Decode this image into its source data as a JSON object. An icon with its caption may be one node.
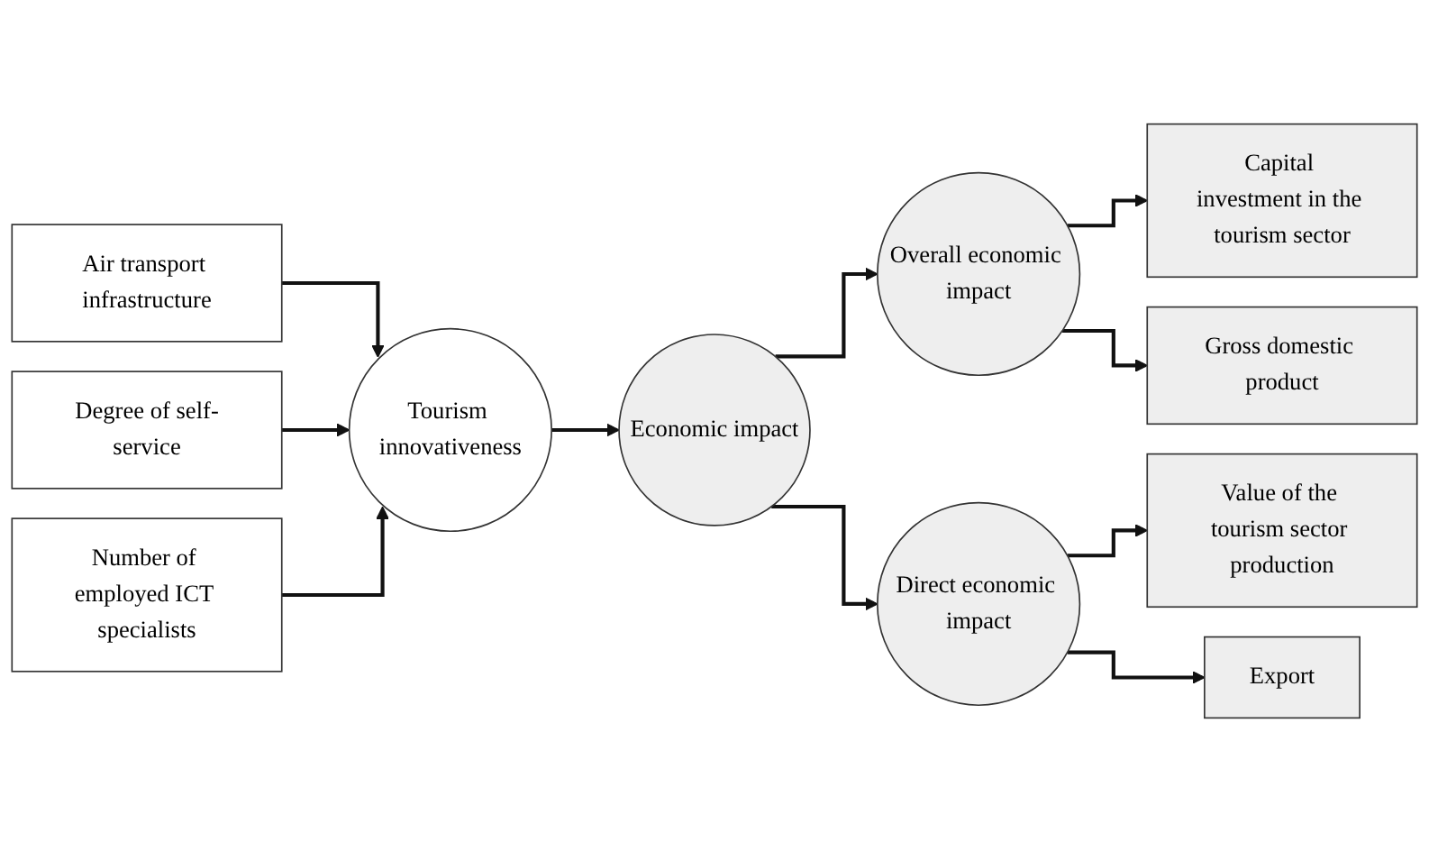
{
  "diagram": {
    "nodes": [
      {
        "text": [
          "Air transport infrastructure"
        ]
      },
      {
        "text": [
          "Degree of self-service"
        ]
      },
      {
        "text": [
          "Number of employed ICT specialists"
        ]
      },
      {
        "text": [
          "Tourism innovativeness"
        ]
      },
      {
        "text": [
          "Economic impact"
        ]
      },
      {
        "text": [
          "Overall economic impact"
        ]
      },
      {
        "text": [
          "Direct economic impact"
        ]
      },
      {
        "text": [
          "Capital investment in the tourism sector"
        ]
      },
      {
        "text": [
          "Gross domestic product"
        ]
      },
      {
        "text": [
          "Value of the tourism sector production"
        ]
      },
      {
        "text": [
          "Export"
        ]
      }
    ],
    "edges": [
      {
        "from": 0,
        "to": 3,
        "arrow": "to"
      },
      {
        "from": 1,
        "to": 3,
        "arrow": "to"
      },
      {
        "from": 2,
        "to": 3,
        "arrow": "to"
      },
      {
        "from": 3,
        "to": 4,
        "arrow": "to"
      },
      {
        "from": 4,
        "to": 5,
        "arrow": "to"
      },
      {
        "from": 4,
        "to": 6,
        "arrow": "to"
      },
      {
        "from": 5,
        "to": 7,
        "arrow": "to"
      },
      {
        "from": 5,
        "to": 8,
        "arrow": "to"
      },
      {
        "from": 6,
        "to": 9,
        "arrow": "to"
      },
      {
        "from": 6,
        "to": 10,
        "arrow": "to"
      }
    ]
  }
}
